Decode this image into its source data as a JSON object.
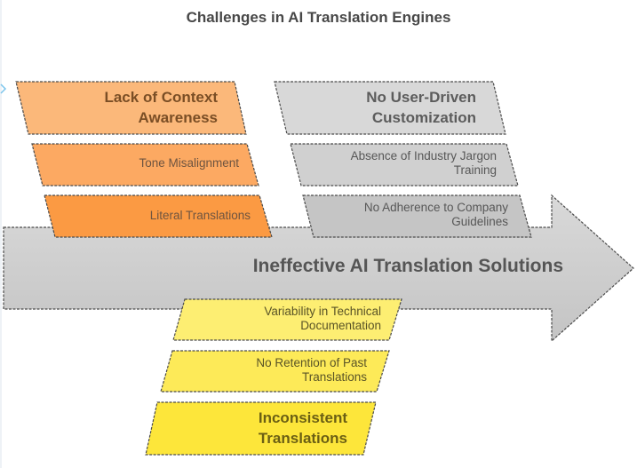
{
  "title": "Challenges in AI Translation Engines",
  "effect": "Ineffective AI Translation Solutions",
  "categories": {
    "context": {
      "label": "Lack of Context Awareness",
      "label_lines": [
        "Lack of Context",
        "Awareness"
      ],
      "color": "#fbb87a",
      "causes": [
        {
          "label": "Tone Misalignment",
          "color": "#fca962"
        },
        {
          "label": "Literal Translations",
          "color": "#fb9a43"
        }
      ]
    },
    "customization": {
      "label": "No User-Driven Customization",
      "label_lines": [
        "No User-Driven",
        "Customization"
      ],
      "color": "#d8d8d8",
      "causes": [
        {
          "label": "Absence of Industry Jargon Training",
          "lines": [
            "Absence of Industry Jargon",
            "Training"
          ],
          "color": "#d0d0d0"
        },
        {
          "label": "No Adherence to Company Guidelines",
          "lines": [
            "No Adherence to Company",
            "Guidelines"
          ],
          "color": "#c5c5c5"
        }
      ]
    },
    "consistency": {
      "label": "Inconsistent Translations",
      "label_lines": [
        "Inconsistent",
        "Translations"
      ],
      "color": "#fde63a",
      "causes": [
        {
          "label": "Variability in Technical Documentation",
          "lines": [
            "Variability in Technical",
            "Documentation"
          ],
          "color": "#fdee72"
        },
        {
          "label": "No Retention of Past Translations",
          "lines": [
            "No Retention of Past",
            "Translations"
          ],
          "color": "#fdea58"
        }
      ]
    }
  },
  "colors": {
    "spine_top": "#d9d9d9",
    "spine_bottom": "#c4c4c4",
    "stroke": "#4a4a4a",
    "title_text": "#484848"
  }
}
